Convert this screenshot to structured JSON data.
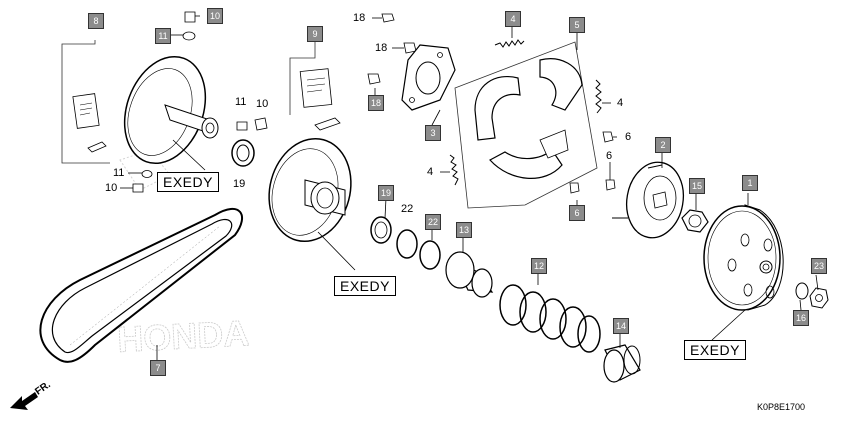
{
  "diagram": {
    "code": "K0P8E1700",
    "direction_label": "FR.",
    "watermark": "HONDA",
    "brand_labels": [
      "EXEDY",
      "EXEDY",
      "EXEDY"
    ],
    "callouts": {
      "c1": "1",
      "c2": "2",
      "c3": "3",
      "c4": "4",
      "c5": "5",
      "c6": "6",
      "c7": "7",
      "c8": "8",
      "c9": "9",
      "c10": "10",
      "c11": "11",
      "c12": "12",
      "c13": "13",
      "c14": "14",
      "c15": "15",
      "c16": "16",
      "c18": "18",
      "c19": "19",
      "c22": "22",
      "c23": "23"
    }
  }
}
